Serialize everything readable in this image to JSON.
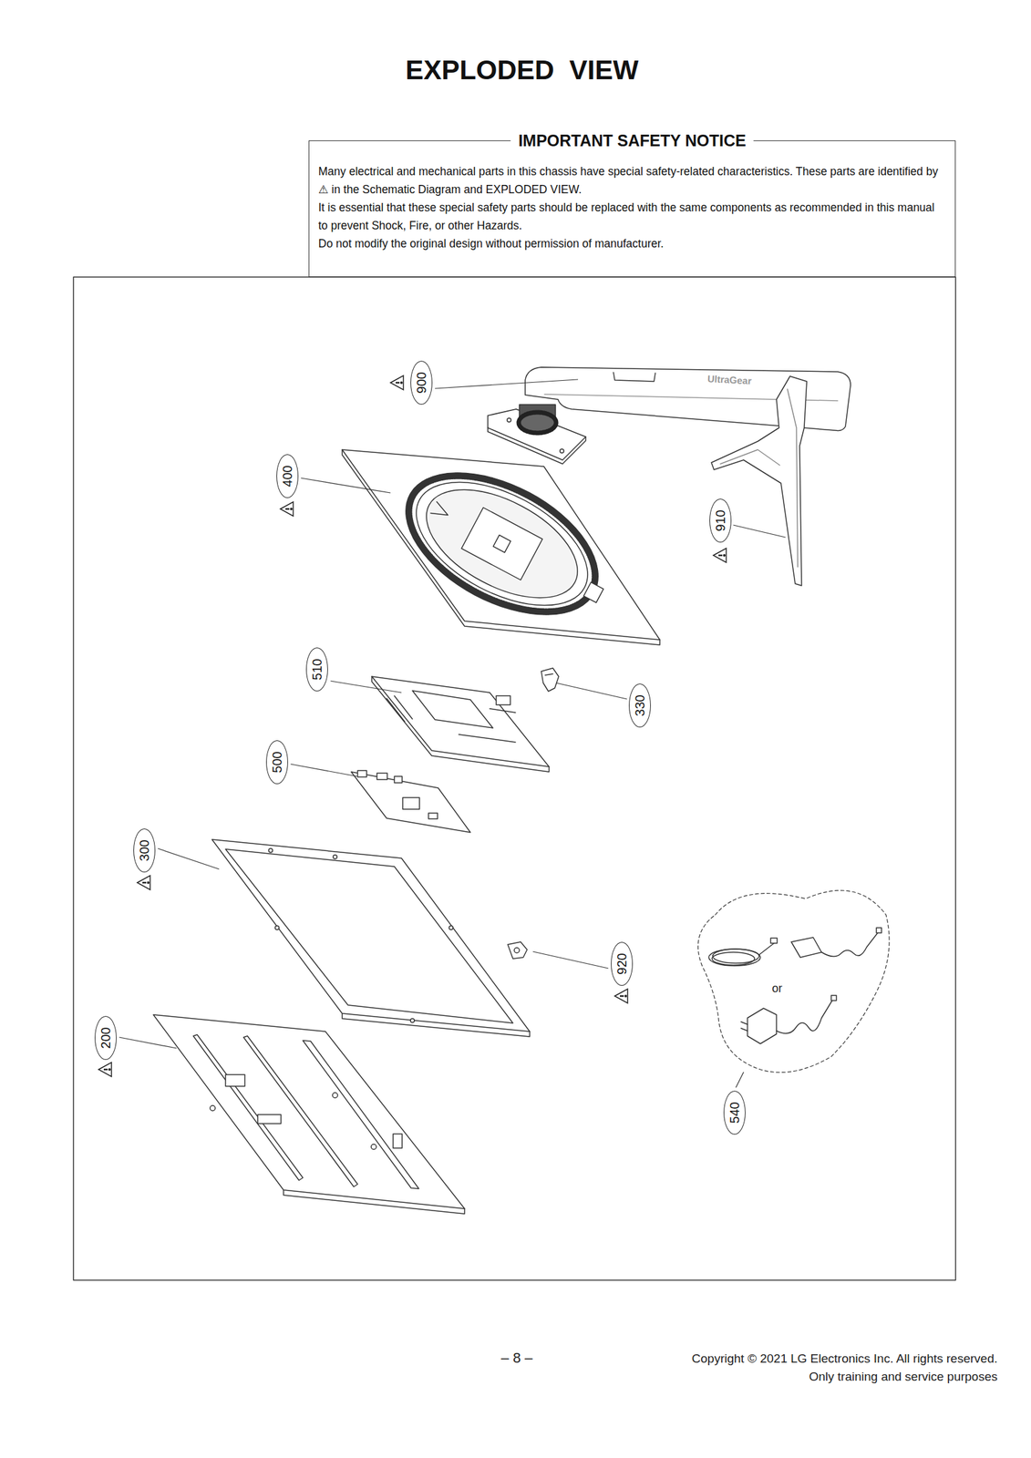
{
  "diagram": {
    "title": "EXPLODED  VIEW",
    "nodes": [
      {
        "text": [
          "IMPORTANT SAFETY NOTICE",
          "Many electrical and mechanical parts in this chassis have special safety-related characteristics. These parts are identified by ⚠ in the Schematic Diagram and EXPLODED VIEW.",
          "It is essential that these special safety parts should be replaced with the same components as recommended in this manual to prevent Shock, Fire, or other Hazards.",
          "Do not modify the original design without permission of manufacturer."
        ]
      },
      {
        "text": [
          "900"
        ]
      },
      {
        "text": [
          "400"
        ]
      },
      {
        "text": [
          "910"
        ]
      },
      {
        "text": [
          "510"
        ]
      },
      {
        "text": [
          "330"
        ]
      },
      {
        "text": [
          "500"
        ]
      },
      {
        "text": [
          "300"
        ]
      },
      {
        "text": [
          "920"
        ]
      },
      {
        "text": [
          "200"
        ]
      },
      {
        "text": [
          "540"
        ]
      }
    ],
    "labels": [
      "UltraGear",
      "or",
      "– 8 –",
      "Copyright © 2021 LG Electronics Inc. All rights reserved.",
      "Only training and service purposes"
    ]
  }
}
